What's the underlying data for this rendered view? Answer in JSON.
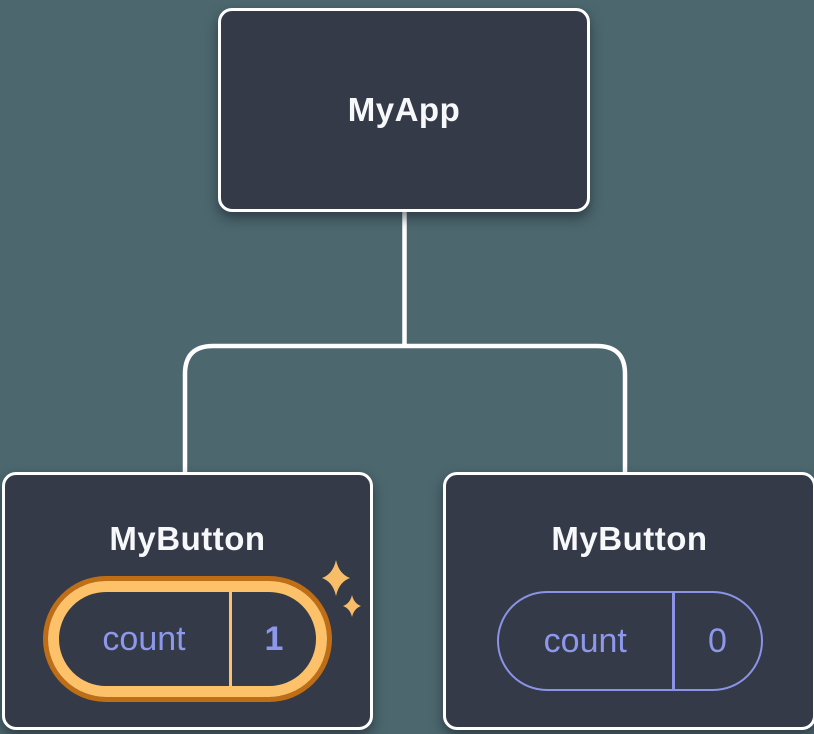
{
  "diagram": {
    "root": {
      "label": "MyApp"
    },
    "children": [
      {
        "label": "MyButton",
        "state": {
          "key": "count",
          "value": "1"
        },
        "highlighted": true
      },
      {
        "label": "MyButton",
        "state": {
          "key": "count",
          "value": "0"
        },
        "highlighted": false
      }
    ]
  },
  "colors": {
    "page_bg": "#4c676e",
    "node_bg": "#343a48",
    "node_border": "#ffffff",
    "connector": "#ffffff",
    "title_text": "#f7f8fa",
    "state_text": "#8d98ec",
    "state_stroke": "#8a93e6",
    "highlight_band": "#fcc169",
    "highlight_edge": "#c06e16",
    "sparkle": "#f7bd68"
  }
}
